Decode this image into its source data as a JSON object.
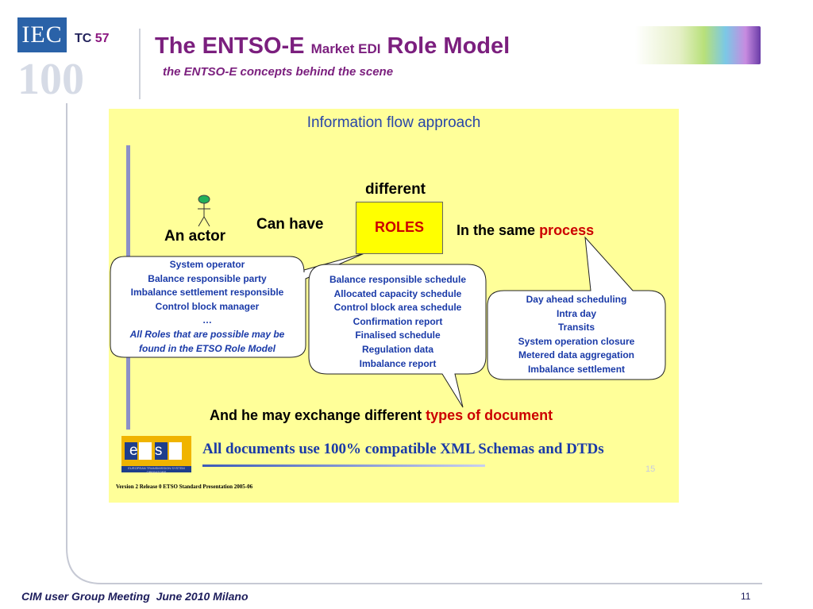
{
  "header": {
    "logo_text": "IEC",
    "logo_number": "100",
    "tc_prefix": "TC",
    "tc_number": "57",
    "title_part1": "The ENTSO-E",
    "title_small": "Market EDI",
    "title_part2": "Role Model",
    "subtitle": "the ENTSO-E concepts behind the scene"
  },
  "slide": {
    "heading": "Information flow approach",
    "actor_label": "An actor",
    "can_have": "Can have",
    "different": "different",
    "roles": "ROLES",
    "same_prefix": "In the same",
    "same_highlight": "process",
    "roles_list": [
      "System operator",
      "Balance responsible party",
      "Imbalance settlement responsible",
      "Control block manager",
      "…",
      "All Roles that are possible may be",
      "found in the ETSO Role Model"
    ],
    "documents_list": [
      "Balance responsible schedule",
      "Allocated capacity schedule",
      "Control block area schedule",
      "Confirmation report",
      "Finalised schedule",
      "Regulation data",
      "Imbalance report"
    ],
    "process_list": [
      "Day ahead scheduling",
      "Intra day",
      "Transits",
      "System operation closure",
      "Metered data aggregation",
      "Imbalance settlement"
    ],
    "exchange_prefix": "And he may exchange different",
    "exchange_highlight": "types of document",
    "etso_logo_text": "etso",
    "etso_tagline": "EUROPEAN TRANSMISSION SYSTEM OPERATORS",
    "xml_statement": "All documents use 100% compatible XML Schemas and DTDs",
    "inner_page_number": "15",
    "version_note": "Version 2 Release 0 ETSO Standard Presentation 2005-06"
  },
  "footer": {
    "text": "CIM user Group Meeting  June 2010 Milano",
    "slide_number": "11"
  },
  "colors": {
    "title": "#7b1f7e",
    "panel": "#ffff99",
    "roles_box": "#ffff00",
    "accent_red": "#cc0000",
    "list_blue": "#1a3aa8"
  }
}
